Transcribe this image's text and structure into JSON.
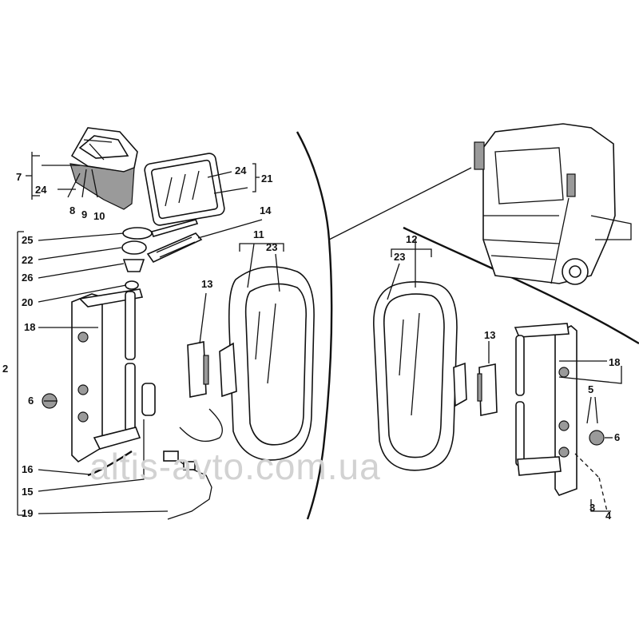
{
  "diagram": {
    "labels": {
      "l7": "7",
      "l24a": "24",
      "l8": "8",
      "l9": "9",
      "l10": "10",
      "l24b": "24",
      "l21": "21",
      "l14": "14",
      "l25": "25",
      "l22": "22",
      "l26": "26",
      "l20": "20",
      "l18a": "18",
      "l2": "2",
      "l6a": "6",
      "l16": "16",
      "l15": "15",
      "l19": "19",
      "l13a": "13",
      "l11": "11",
      "l23a": "23",
      "l12": "12",
      "l23b": "23",
      "l13b": "13",
      "l18b": "18",
      "l5": "5",
      "l6b": "6",
      "l3": "3",
      "l4": "4"
    },
    "watermark": "altis-avto.com.ua"
  },
  "colors": {
    "ink": "#111111",
    "paper": "#ffffff",
    "watermark": "#d2d2d2"
  }
}
